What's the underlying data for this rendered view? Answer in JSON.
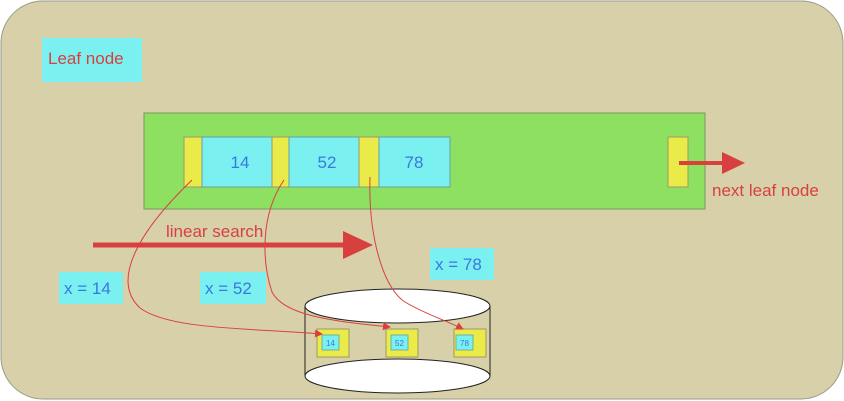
{
  "title_label": "Leaf node",
  "keys": [
    "14",
    "52",
    "78"
  ],
  "next_label": "next leaf node",
  "search_label": "linear search",
  "records": [
    "14",
    "52",
    "78"
  ],
  "x_labels": [
    "x = 14",
    "x = 52",
    "x = 78"
  ],
  "colors": {
    "background": "#d8d0a8",
    "node": "#8ee060",
    "key_cell": "#7af0f0",
    "pointer_cell": "#eaea48",
    "arrow": "#d84040",
    "text_red": "#d84040",
    "text_blue": "#3a78e0"
  }
}
